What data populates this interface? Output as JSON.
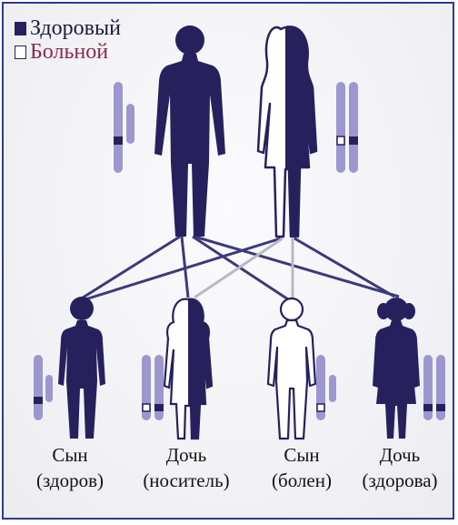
{
  "legend": {
    "healthy": "Здоровый",
    "sick": "Больной"
  },
  "children": [
    {
      "title": "Сын",
      "status": "(здоров)"
    },
    {
      "title": "Дочь",
      "status": "(носитель)"
    },
    {
      "title": "Сын",
      "status": "(болен)"
    },
    {
      "title": "Дочь",
      "status": "(здорова)"
    }
  ],
  "colors": {
    "dark": "#26215d",
    "chromosome": "#9d97cf",
    "frame": "#2e3a8f"
  }
}
